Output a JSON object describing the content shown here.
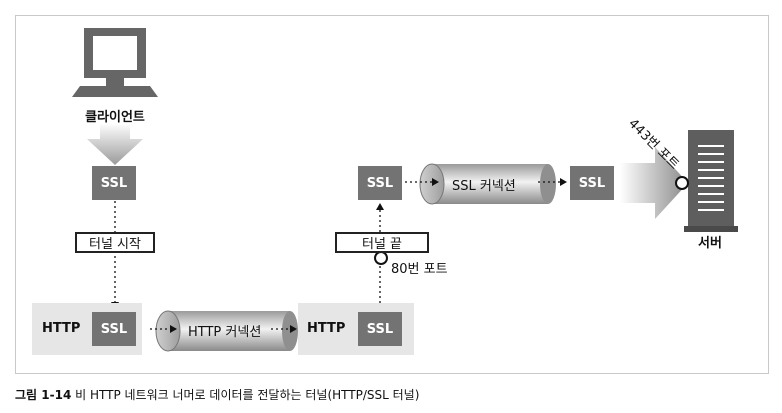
{
  "client": {
    "label": "클라이언트",
    "icon": "computer-icon"
  },
  "server": {
    "label": "서버",
    "icon": "server-icon"
  },
  "ssl_label": "SSL",
  "http_label": "HTTP",
  "tunnel_start": "터널 시작",
  "tunnel_end": "터널 끝",
  "http_connection": "HTTP 커넥션",
  "ssl_connection": "SSL 커넥션",
  "port_80": "80번 포트",
  "port_443": "443번 포트",
  "caption": {
    "figure": "그림 1-14",
    "text": "비 HTTP 네트워크 너머로 데이터를 전달하는 터널(HTTP/SSL 터널)"
  },
  "colors": {
    "ssl_box": "#737373",
    "bar": "#e6e6e6",
    "tube": "#bdbdbd"
  }
}
